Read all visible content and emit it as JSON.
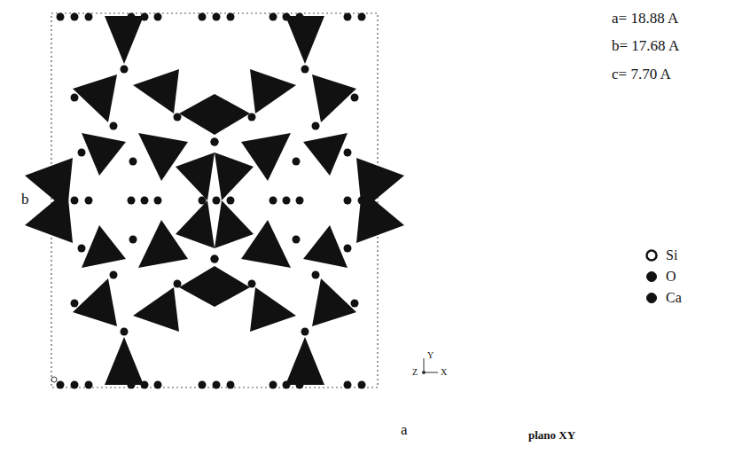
{
  "diagram": {
    "labels": [
      "a= 18.88 A",
      "b= 17.68 A",
      "c= 7.70 A",
      "b",
      "a",
      "plano XY",
      "Y",
      "Z",
      "X"
    ],
    "legend": [
      {
        "text": "Si"
      },
      {
        "text": "O"
      },
      {
        "text": "Ca"
      }
    ]
  }
}
